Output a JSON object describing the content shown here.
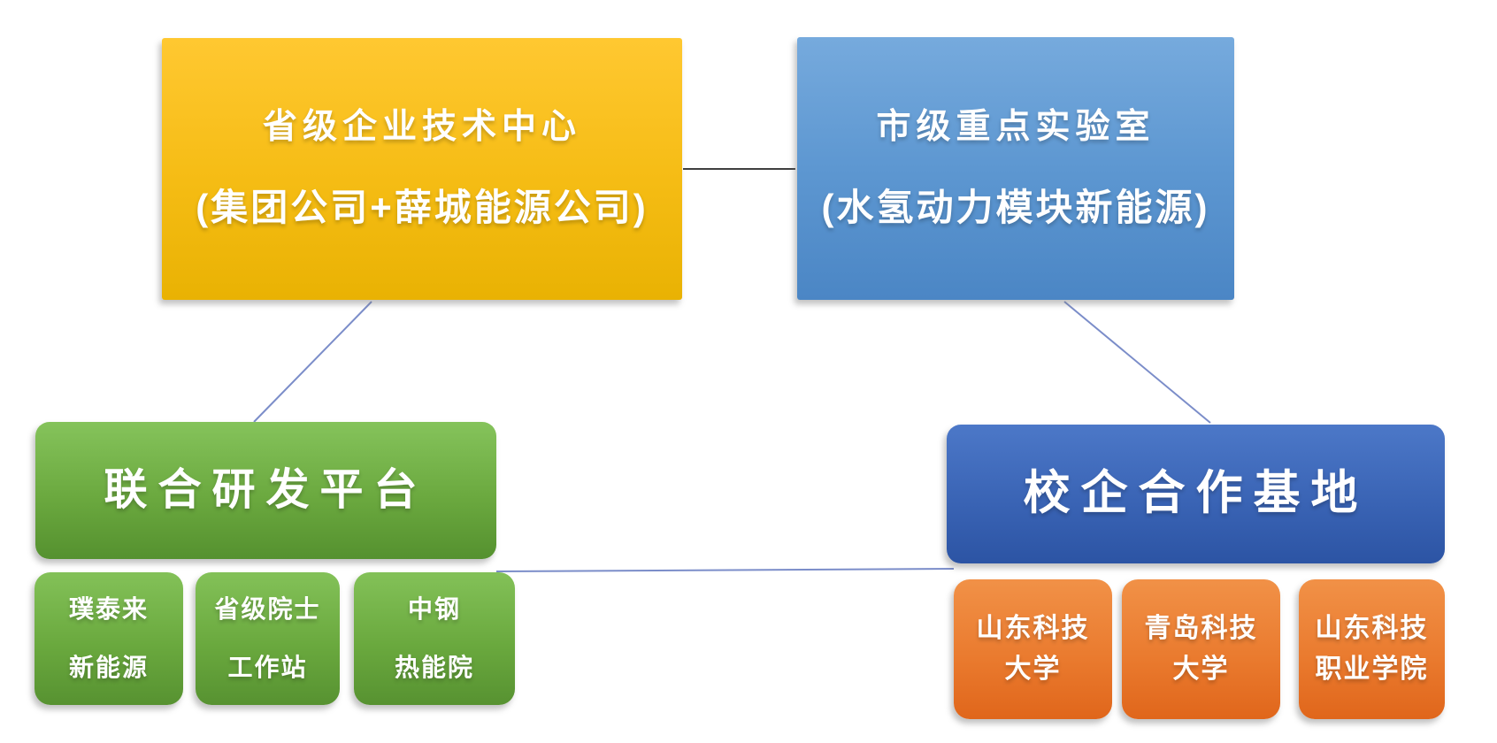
{
  "nodes": {
    "provincial_tech_center": {
      "line1": "省级企业技术中心",
      "line2": "(集团公司+薛城能源公司)"
    },
    "municipal_key_lab": {
      "line1": "市级重点实验室",
      "line2": "(水氢动力模块新能源)"
    },
    "joint_rd_platform": {
      "label": "联合研发平台"
    },
    "school_enterprise_base": {
      "label": "校企合作基地"
    },
    "rd_partners": [
      {
        "line1": "璞泰来",
        "line2": "新能源"
      },
      {
        "line1": "省级院士",
        "line2": "工作站"
      },
      {
        "line1": "中钢",
        "line2": "热能院"
      }
    ],
    "cooperating_schools": [
      {
        "line1": "山东科技",
        "line2": "大学"
      },
      {
        "line1": "青岛科技",
        "line2": "大学"
      },
      {
        "line1": "山东科技",
        "line2": "职业学院"
      }
    ]
  },
  "colors": {
    "gold_top": "#FFC831",
    "gold_bottom": "#E9B203",
    "skyblue_top": "#76AADD",
    "skyblue_bottom": "#4B86C5",
    "green_top": "#85C35B",
    "green_bottom": "#55912F",
    "darkblue_top": "#4C78C8",
    "darkblue_bottom": "#2C54A4",
    "orange_top": "#F19147",
    "orange_bottom": "#E0661B",
    "text": "#FFFFFF"
  },
  "connectors": {
    "top_link_color": "#3F3F3F",
    "branch_link_color": "#7B8DC9"
  }
}
